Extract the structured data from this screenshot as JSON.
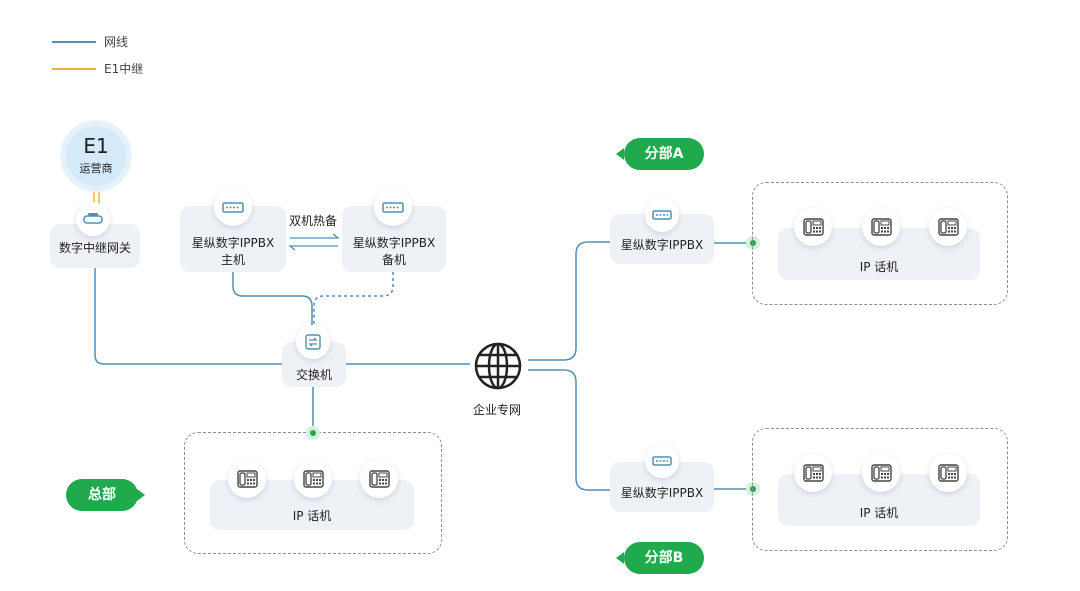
{
  "legend": {
    "network_label": "网线",
    "e1_label": "E1中继",
    "network_color": "#4f8fb5",
    "e1_color": "#f0b23a"
  },
  "e1": {
    "title": "E1",
    "subtitle": "运营商"
  },
  "gateway": {
    "label": "数字中继网关"
  },
  "pbx_primary": {
    "line1": "星纵数字IPPBX",
    "line2": "主机"
  },
  "pbx_backup": {
    "line1": "星纵数字IPPBX",
    "line2": "备机"
  },
  "hot_standby": "双机热备",
  "switch": {
    "label": "交换机"
  },
  "network": {
    "label": "企业专网"
  },
  "hq": {
    "tag": "总部",
    "phones_label": "IP 话机"
  },
  "branch_a": {
    "tag": "分部A",
    "pbx_label": "星纵数字IPPBX",
    "phones_label": "IP 话机"
  },
  "branch_b": {
    "tag": "分部B",
    "pbx_label": "星纵数字IPPBX",
    "phones_label": "IP 话机"
  },
  "colors": {
    "accent_green": "#1faa4e",
    "wire": "#4f8fb5",
    "e1": "#f0b23a"
  }
}
